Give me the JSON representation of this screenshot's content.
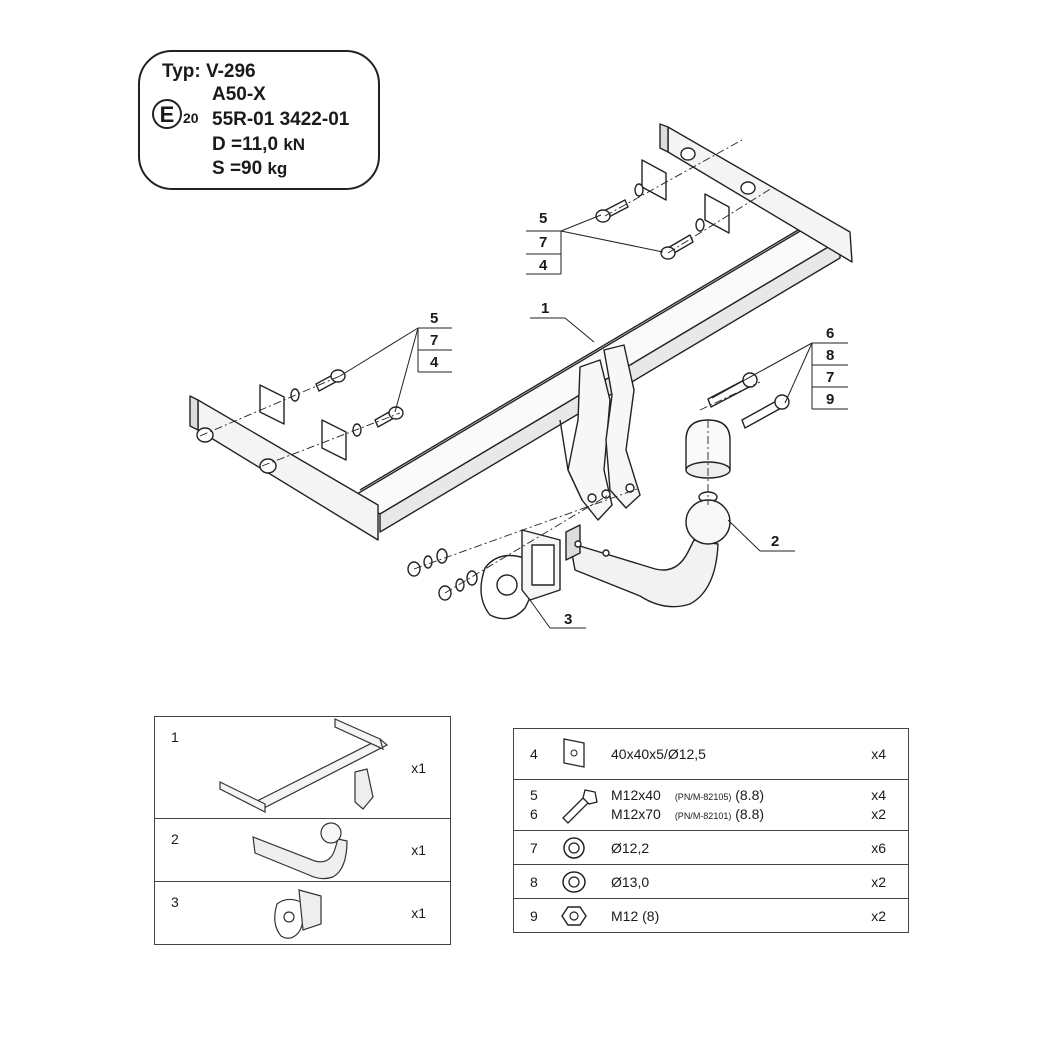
{
  "plate": {
    "typ": "Typ: V-296",
    "model": "A50-X",
    "e_mark": "E",
    "e_number": "20",
    "approval": "55R-01",
    "approval_number": "3422-01",
    "d_value": "D =11,0",
    "d_unit": "kN",
    "s_value": "S =90",
    "s_unit": "kg"
  },
  "callouts": {
    "rear_bolts": [
      "5",
      "7",
      "4"
    ],
    "left_bolts": [
      "5",
      "7",
      "4"
    ],
    "ball_bolts": [
      "6",
      "8",
      "7",
      "9"
    ],
    "crossbar": "1",
    "ball": "2",
    "socket_plate": "3"
  },
  "assemblies": [
    {
      "num": "1",
      "qty": "x1",
      "icon": "crossbar-icon"
    },
    {
      "num": "2",
      "qty": "x1",
      "icon": "towball-icon"
    },
    {
      "num": "3",
      "qty": "x1",
      "icon": "socket-plate-icon"
    }
  ],
  "hardware": [
    {
      "num": "4",
      "desc": "40x40x5/Ø12,5",
      "std": "",
      "grade": "",
      "qty": "x4",
      "icon": "square-washer-icon"
    },
    {
      "num": "5",
      "num2": "6",
      "desc": "M12x40",
      "std": "(PN/M-82105)",
      "grade": "(8.8)",
      "desc2": "M12x70",
      "std2": "(PN/M-82101)",
      "grade2": "(8.8)",
      "qty": "x4",
      "qty2": "x2",
      "icon": "bolt-icon"
    },
    {
      "num": "7",
      "desc": "Ø12,2",
      "qty": "x6",
      "icon": "spring-washer-icon"
    },
    {
      "num": "8",
      "desc": "Ø13,0",
      "qty": "x2",
      "icon": "flat-washer-icon"
    },
    {
      "num": "9",
      "desc": "M12 (8)",
      "qty": "x2",
      "icon": "nut-icon"
    }
  ]
}
